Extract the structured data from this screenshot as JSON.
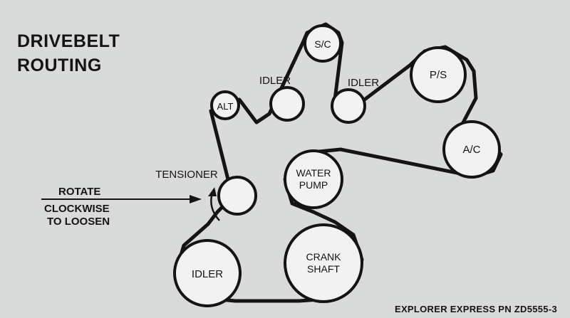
{
  "title": {
    "line1": "DRIVEBELT",
    "line2": "ROUTING"
  },
  "instruction": {
    "rotate": "ROTATE",
    "line2": "CLOCKWISE",
    "line3": "TO LOOSEN"
  },
  "footer": "EXPLORER EXPRESS PN ZD5555-3",
  "pulleys": [
    {
      "id": "sc",
      "label": [
        "S/C"
      ]
    },
    {
      "id": "idler-upper-left",
      "label": [
        "IDLER"
      ]
    },
    {
      "id": "idler-upper-right",
      "label": [
        "IDLER"
      ]
    },
    {
      "id": "alt",
      "label": [
        "ALT"
      ]
    },
    {
      "id": "ps",
      "label": [
        "P/S"
      ]
    },
    {
      "id": "ac",
      "label": [
        "A/C"
      ]
    },
    {
      "id": "tensioner",
      "label": [
        "TENSIONER"
      ]
    },
    {
      "id": "water-pump",
      "label": [
        "WATER",
        "PUMP"
      ]
    },
    {
      "id": "crank-shaft",
      "label": [
        "CRANK",
        "SHAFT"
      ]
    },
    {
      "id": "idler-lower",
      "label": [
        "IDLER"
      ]
    }
  ],
  "colors": {
    "background": "#d9dbda",
    "ink": "#141414"
  }
}
